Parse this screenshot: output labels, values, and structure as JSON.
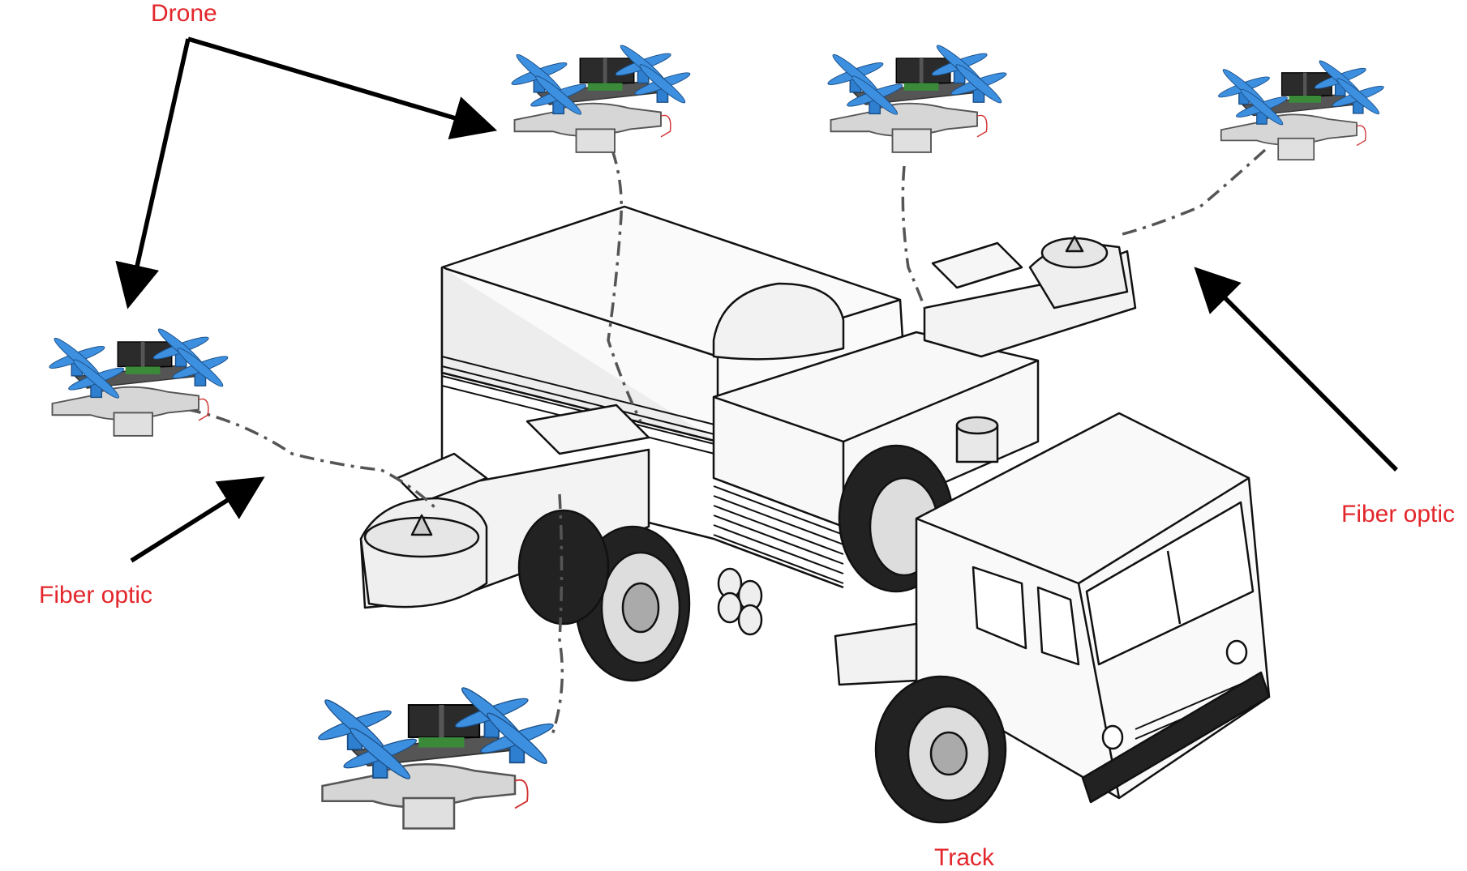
{
  "labels": {
    "drone": "Drone",
    "fiber_optic_left": "Fiber optic",
    "fiber_optic_right": "Fiber optic",
    "track": "Track"
  },
  "colors": {
    "label": "#e3262b",
    "arrow": "#000000",
    "truck_outline": "#111111",
    "truck_fill": "#f4f4f4",
    "propeller": "#2f7fd0",
    "drone_body": "#d8d8d8",
    "cable": "#555555"
  },
  "icons": {
    "drone": "quadcopter-drone-icon",
    "truck": "truck-icon"
  }
}
